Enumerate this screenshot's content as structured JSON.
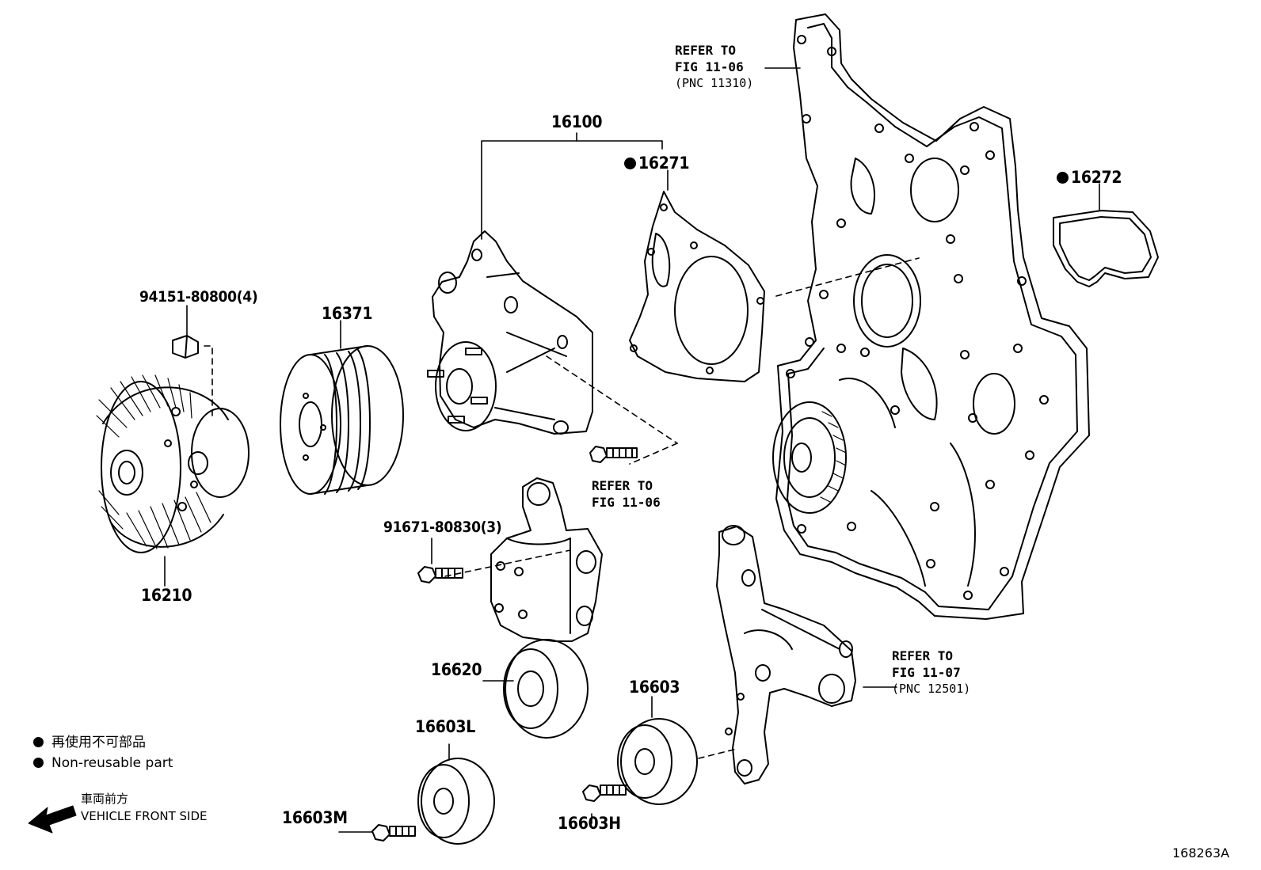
{
  "parts": {
    "fan_bolt": "94151-80800(4)",
    "pulley": "16371",
    "water_pump_assy": "16100",
    "pump_gasket": "16271",
    "cover_gasket": "16272",
    "fan_clutch": "16210",
    "tensioner_bolt": "91671-80830(3)",
    "tensioner": "16620",
    "idler_upper": "16603",
    "idler_lower": "16603L",
    "bolt_m": "16603M",
    "bolt_h": "16603H"
  },
  "refs": {
    "top": {
      "line1": "REFER TO",
      "line2": "FIG 11-06",
      "line3": "(PNC 11310)"
    },
    "mid": {
      "line1": "REFER TO",
      "line2": "FIG 11-06"
    },
    "right": {
      "line1": "REFER TO",
      "line2": "FIG 11-07",
      "line3": "(PNC 12501)"
    }
  },
  "legend": {
    "non_reusable_jp": "再使用不可部品",
    "non_reusable_en": "Non-reusable part",
    "front_jp": "車両前方",
    "front_en": "VEHICLE FRONT SIDE"
  },
  "figure_id": "168263A"
}
